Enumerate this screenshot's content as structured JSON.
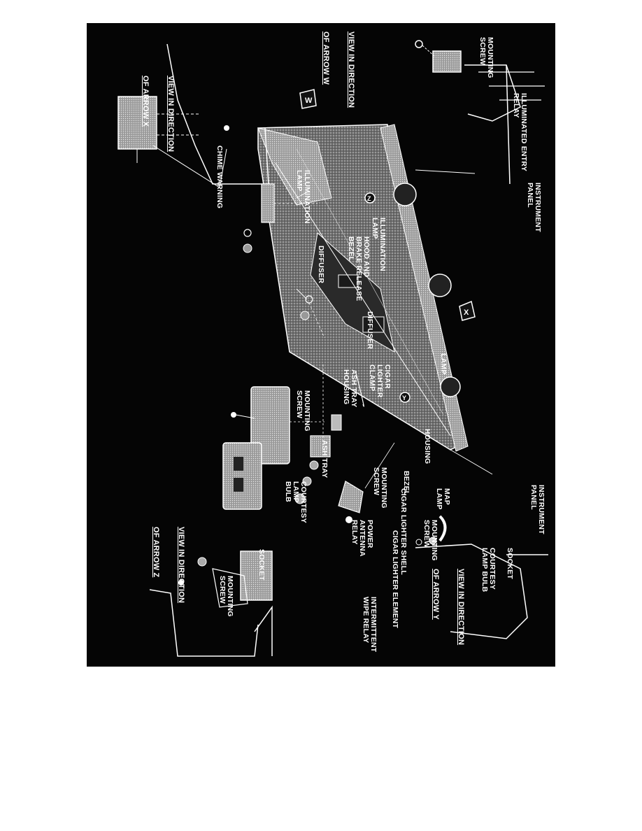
{
  "labels": {
    "view_w_line1": "VIEW IN DIRECTION",
    "view_w_line2": "OF ARROW W",
    "view_x_line1": "VIEW IN DIRECTION",
    "view_x_line2": "OF ARROW X",
    "view_y_line1": "VIEW IN DIRECTION",
    "view_y_line2": "OF ARROW Y",
    "view_z_line1": "VIEW IN DIRECTION",
    "view_z_line2": "OF ARROW Z",
    "mounting_screw_w": "MOUNTING\nSCREW",
    "illuminated_entry_relay": "ILLUMINATED ENTRY\nRELAY",
    "instrument_panel_top": "INSTRUMENT\nPANEL",
    "instrument_panel_bottom": "INSTRUMENT\nPANEL",
    "chime_warning": "CHIME WARNING",
    "illumination_lamp_1": "ILLUMINATION\nLAMP",
    "illumination_lamp_2": "ILLUMINATION\nLAMP",
    "hood_brake_bezel": "HOOD AND\nBRAKE RELEASE\nBEZEL",
    "diffuser_1": "DIFFUSER",
    "diffuser_2": "DIFFUSER",
    "lamp": "LAMP",
    "cigar_lighter_clamp": "CIGAR\nLIGHTER\nCLAMP",
    "ash_tray_housing": "ASH TRAY\nHOUSING",
    "mounting_screw_ash": "MOUNTING\nSCREW",
    "housing": "HOUSING",
    "mounting_screw_bezel": "MOUNTING\nSCREW",
    "bezel": "BEZEL",
    "ash_tray": "ASH TRAY",
    "cigar_lighter_shell": "CIGAR LIGHTER SHELL",
    "cigar_lighter_element": "CIGAR LIGHTER ELEMENT",
    "map_lamp": "MAP\nLAMP",
    "mounting_screw_map": "MOUNTING\nSCREW",
    "socket_y": "SOCKET",
    "courtesy_lamp_bulb_y": "COURTESY\nLAMP BULB",
    "courtesy_lamp_bulb_z": "COURTESY\nLAMP\nBULB",
    "power_antenna_relay": "POWER\nANTENNA\nRELAY",
    "socket_z": "SOCKET",
    "mounting_screw_z": "MOUNTING\nSCREW",
    "intermittent_wipe_relay": "INTERMITTENT\nWIPE RELAY",
    "arrow_w": "W",
    "arrow_x": "X",
    "arrow_y": "Y",
    "arrow_z": "Z"
  },
  "colors": {
    "background": "#050505",
    "linework": "#ffffff",
    "panel_fill": "#8a8a8a"
  }
}
